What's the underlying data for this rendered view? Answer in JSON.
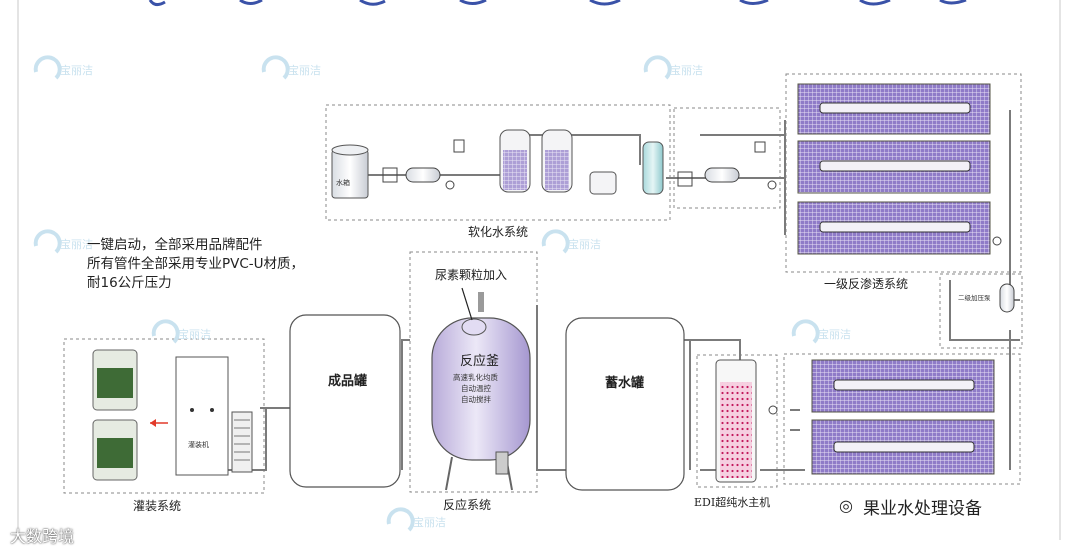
{
  "title_partial": "",
  "notes": {
    "line1": "一键启动，全部采用品牌配件",
    "line2": "所有管件全部采用专业PVC-U材质，",
    "line3": "耐16公斤压力"
  },
  "systems": {
    "softening": "软化水系统",
    "ro1": "一级反渗透系统",
    "reaction": "反应系统",
    "filling": "灌装系统",
    "edi": "EDI超纯水主机"
  },
  "equipment": {
    "water_tank": "水箱",
    "product_tank": "成品罐",
    "storage_tank": "蓄水罐",
    "reactor": "反应釜",
    "reactor_feature1": "高速乳化均质",
    "reactor_feature2": "自动温控",
    "reactor_feature3": "自动搅拌",
    "urea_inlet": "尿素颗粒加入",
    "filling_machine": "灌装机",
    "booster_pump": "二级加压泵"
  },
  "watermarks": {
    "brand": "宝丽洁",
    "footer_left": "大数跨境",
    "footer_right": "果业水处理设备"
  },
  "colors": {
    "frame": "#b5b5b5",
    "ro_membrane": "#7f63b8",
    "reactor_fill": "#cfc5e8",
    "tank_fill": "#d7e8ee",
    "edi_fill": "#f6cfe0",
    "watermark": "#c9e2ef"
  }
}
